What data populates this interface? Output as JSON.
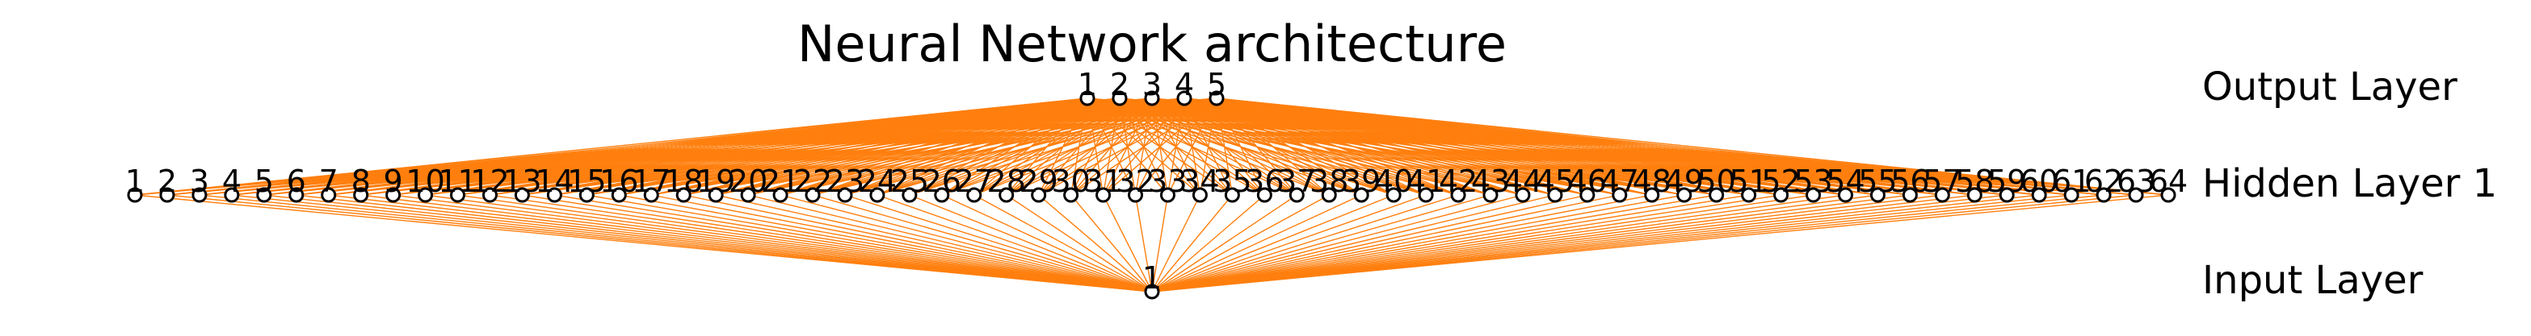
{
  "title": "Neural Network architecture",
  "edge_color": "#ff7f0e",
  "node_stroke_color": "#000000",
  "node_fill_color": "#ffffff",
  "layers": [
    {
      "label": "Output Layer",
      "node_count": 5
    },
    {
      "label": "Hidden Layer 1",
      "node_count": 64
    },
    {
      "label": "Input Layer",
      "node_count": 1
    }
  ],
  "connections": [
    {
      "from_layer": 2,
      "to_layer": 1
    },
    {
      "from_layer": 1,
      "to_layer": 0
    }
  ]
}
